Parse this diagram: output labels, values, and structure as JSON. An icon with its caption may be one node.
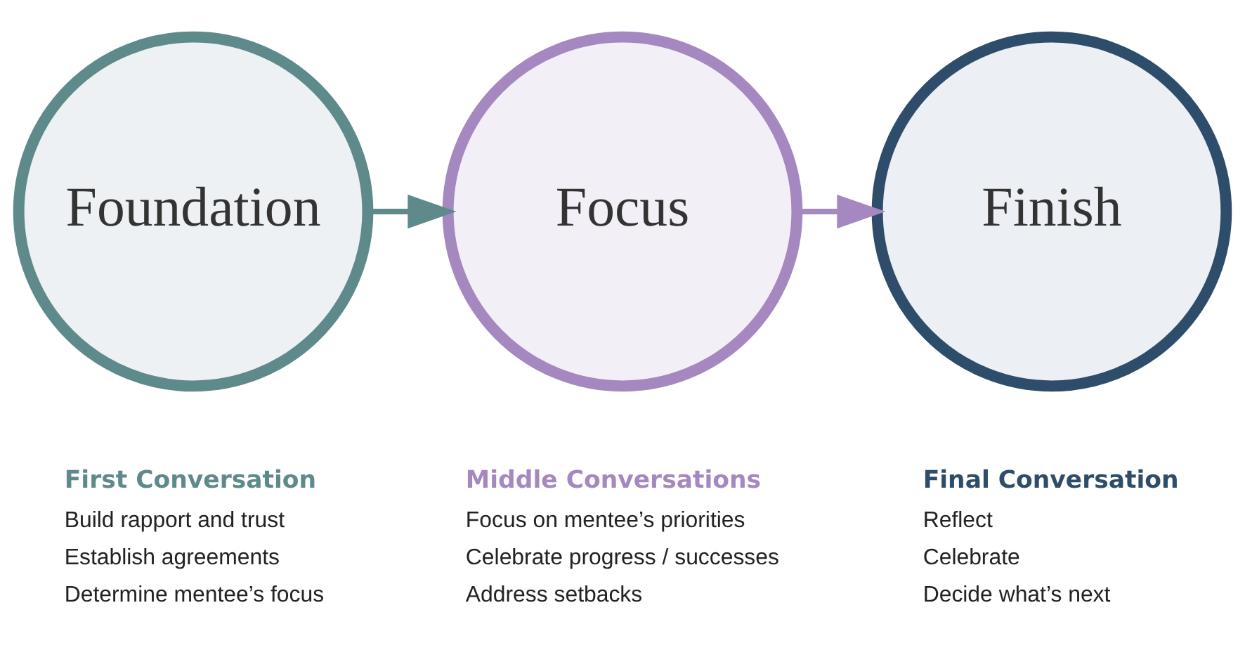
{
  "diagram": {
    "nodes": [
      {
        "text": [
          "Foundation"
        ],
        "beside": [
          "First Conversation",
          "Build rapport and trust",
          "Establish agreements",
          "Determine mentee’s focus"
        ]
      },
      {
        "text": [
          "Focus"
        ],
        "beside": [
          "Middle Conversations",
          "Focus on mentee’s priorities",
          "Celebrate progress / successes",
          "Address setbacks"
        ]
      },
      {
        "text": [
          "Finish"
        ],
        "beside": [
          "Final Conversation",
          "Reflect",
          "Celebrate",
          "Decide what’s next"
        ]
      }
    ],
    "edges": [
      {
        "from": 0,
        "to": 1,
        "arrow": "to",
        "color": "#5f8a8b"
      },
      {
        "from": 1,
        "to": 2,
        "arrow": "to",
        "color": "#a688c0"
      }
    ]
  }
}
